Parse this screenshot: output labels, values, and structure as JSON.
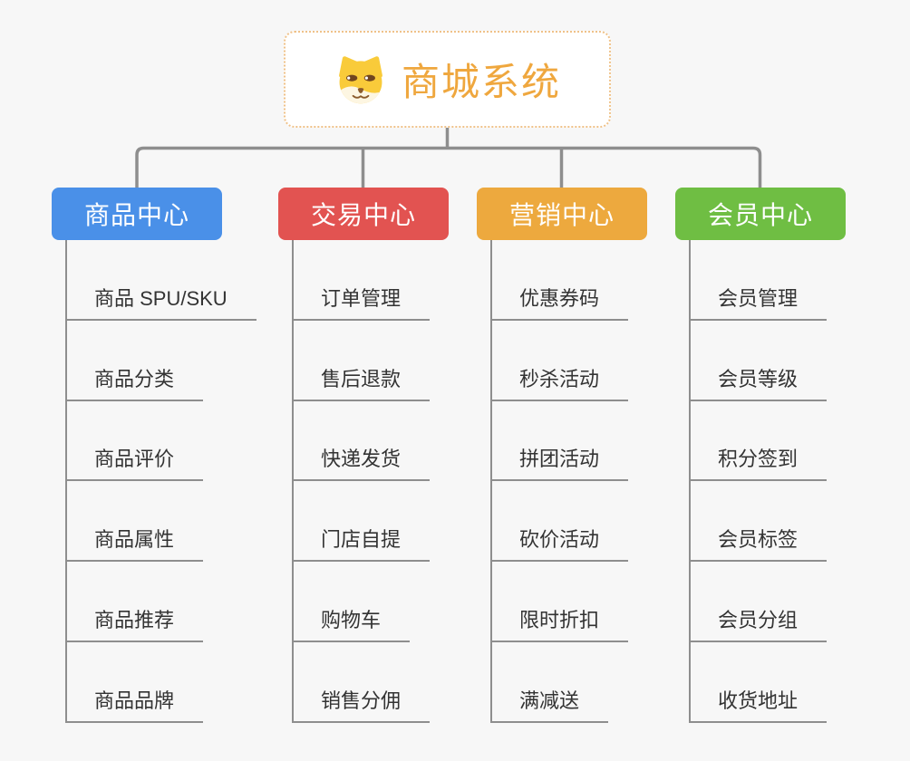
{
  "page": {
    "background_color": "#f7f7f7",
    "connector_color": "#8e8e8e"
  },
  "root": {
    "title": "商城系统",
    "icon": "dog-icon",
    "text_color": "#efa73e",
    "border_color": "#efc289"
  },
  "branches": [
    {
      "label": "商品中心",
      "color": "#4a90e8",
      "children": [
        "商品 SPU/SKU",
        "商品分类",
        "商品评价",
        "商品属性",
        "商品推荐",
        "商品品牌"
      ]
    },
    {
      "label": "交易中心",
      "color": "#e25351",
      "children": [
        "订单管理",
        "售后退款",
        "快递发货",
        "门店自提",
        "购物车",
        "销售分佣"
      ]
    },
    {
      "label": "营销中心",
      "color": "#eda93e",
      "children": [
        "优惠券码",
        "秒杀活动",
        "拼团活动",
        "砍价活动",
        "限时折扣",
        "满减送"
      ]
    },
    {
      "label": "会员中心",
      "color": "#6fbe43",
      "children": [
        "会员管理",
        "会员等级",
        "积分签到",
        "会员标签",
        "会员分组",
        "收货地址"
      ]
    }
  ]
}
